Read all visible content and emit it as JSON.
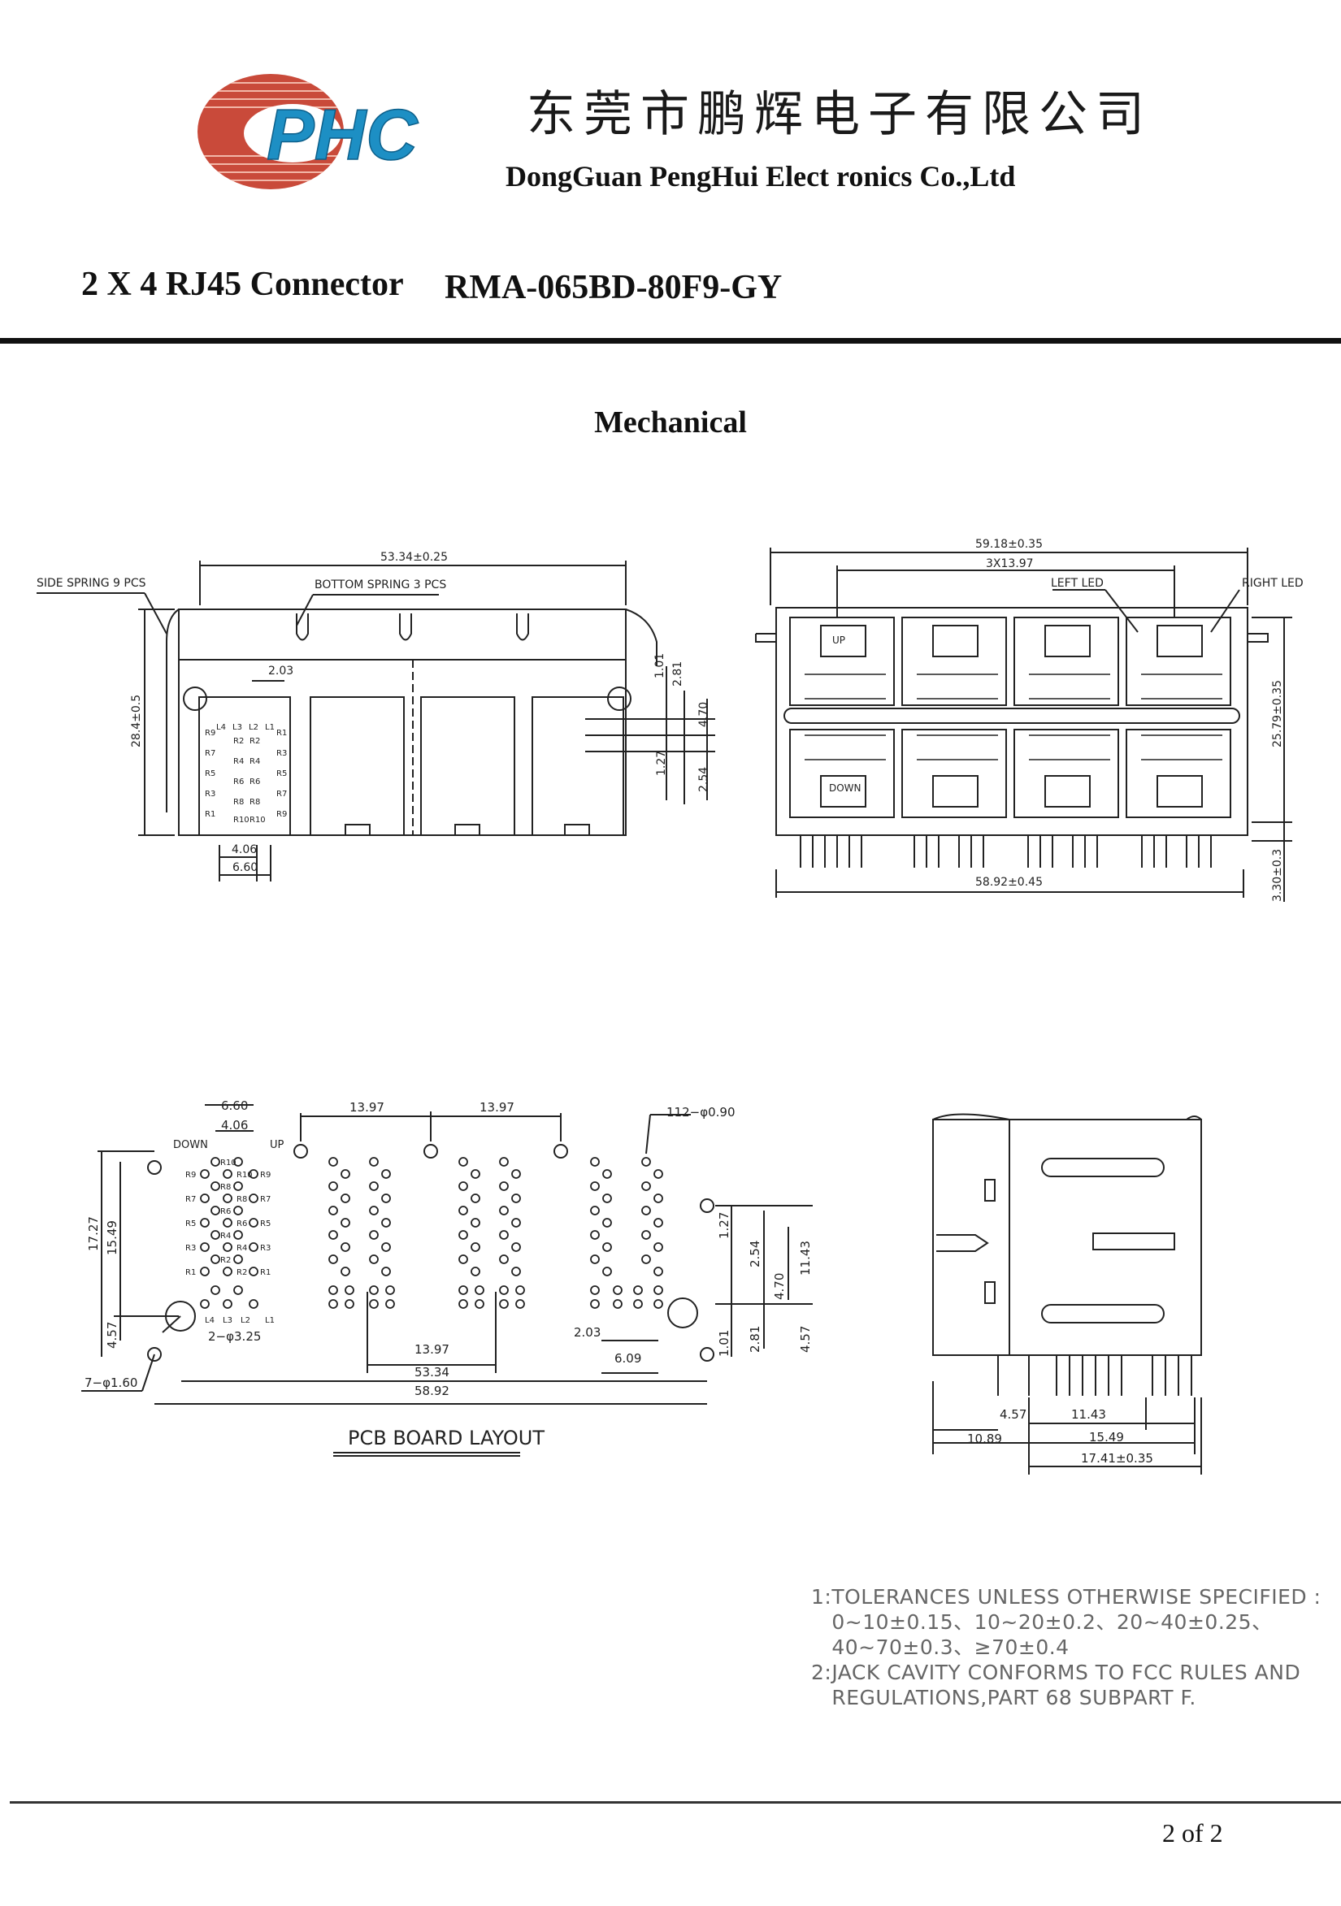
{
  "header": {
    "logo_text": "PHC",
    "company_cn": "东莞市鹏辉电子有限公司",
    "company_en": "DongGuan PengHui Elect ronics Co.,Ltd"
  },
  "product": {
    "description": "2 X 4 RJ45 Connector",
    "part_number": "RMA-065BD-80F9-GY"
  },
  "section_title": "Mechanical",
  "front_view": {
    "side_spring": "SIDE SPRING 9 PCS",
    "bottom_spring": "BOTTOM SPRING 3 PCS",
    "width": "53.34±0.25",
    "height": "28.4±0.5",
    "d_203": "2.03",
    "d_101": "1.01",
    "d_281": "2.81",
    "d_470": "4.70",
    "d_127": "1.27",
    "d_254": "2.54",
    "d_406": "4.06",
    "d_660": "6.60",
    "led_labels": [
      "L4",
      "L3",
      "L2",
      "L1"
    ],
    "pin_labels_left": [
      "R1",
      "R3",
      "R5",
      "R7",
      "R9"
    ],
    "pin_labels_mid_a": [
      "R2",
      "R4",
      "R6",
      "R8",
      "R10"
    ],
    "pin_labels_mid_b": [
      "R2",
      "R4",
      "R6",
      "R8",
      "R10"
    ],
    "pin_labels_right": [
      "R1",
      "R3",
      "R5",
      "R7",
      "R9"
    ]
  },
  "top_view": {
    "overall": "59.18±0.35",
    "pitch": "3X13.97",
    "left_led": "LEFT LED",
    "right_led": "RIGHT LED",
    "up": "UP",
    "down": "DOWN",
    "height": "25.79±0.35",
    "bottom_width": "58.92±0.45",
    "standoff": "3.30±0.3"
  },
  "pcb_layout": {
    "title": "PCB BOARD LAYOUT",
    "d_660": "6.60",
    "d_406": "4.06",
    "pitch_a": "13.97",
    "pitch_b": "13.97",
    "holes": "112−φ0.90",
    "down": "DOWN",
    "up": "UP",
    "pegs": "2−φ3.25",
    "posts": "7−φ1.60",
    "d_1727": "17.27",
    "d_1549": "15.49",
    "d_457": "4.57",
    "d_127": "1.27",
    "d_254": "2.54",
    "d_470": "4.70",
    "d_1143": "11.43",
    "d_101": "1.01",
    "d_281": "2.81",
    "d_457r": "4.57",
    "d_203": "2.03",
    "d_609": "6.09",
    "d_1397": "13.97",
    "d_5334": "53.34",
    "d_5892": "58.92",
    "left_labels": [
      "R9",
      "R7",
      "R5",
      "R3",
      "R1"
    ],
    "mid_labels_a": [
      "R10",
      "R8",
      "R6",
      "R4",
      "R2"
    ],
    "mid_labels_b": [
      "R10",
      "R8",
      "R6",
      "R4",
      "R2"
    ],
    "right_labels": [
      "R9",
      "R7",
      "R5",
      "R3",
      "R1"
    ],
    "led_labels": [
      "L4",
      "L3",
      "L2",
      "L1"
    ]
  },
  "side_view": {
    "d_457": "4.57",
    "d_1143": "11.43",
    "d_1089": "10.89",
    "d_1549": "15.49",
    "d_1741": "17.41±0.35"
  },
  "notes": "1:TOLERANCES UNLESS OTHERWISE SPECIFIED :\n   0~10±0.15、10~20±0.2、20~40±0.25、\n   40~70±0.3、≥70±0.4\n2:JACK CAVITY CONFORMS TO FCC RULES AND\n   REGULATIONS,PART 68 SUBPART F.",
  "footer": {
    "page": "2  of  2"
  },
  "colors": {
    "logo_red": "#c0392b",
    "logo_blue": "#1d8fc4"
  }
}
